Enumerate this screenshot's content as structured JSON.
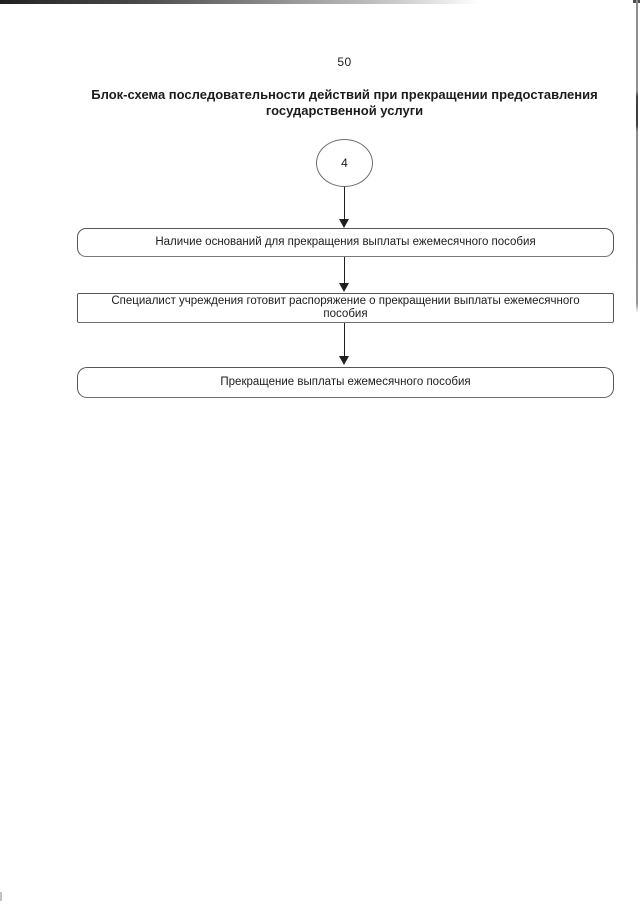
{
  "page": {
    "number": "50",
    "title": {
      "line1": "Блок-схема последовательности действий при прекращении предоставления",
      "line2": "государственной услуги"
    }
  },
  "flowchart": {
    "start_connector": {
      "shape": "circle",
      "label": "4"
    },
    "nodes": [
      {
        "id": "node-1",
        "shape": "rounded-rect",
        "label": "Наличие оснований для прекращения выплаты ежемесячного пособия"
      },
      {
        "id": "node-2",
        "shape": "rect",
        "label": "Специалист учреждения готовит распоряжение о прекращении выплаты ежемесячного пособия"
      },
      {
        "id": "node-3",
        "shape": "rounded-rect",
        "label": "Прекращение выплаты ежемесячного пособия"
      }
    ],
    "edges": [
      {
        "from": "start-connector",
        "to": "node-1",
        "type": "arrow-down"
      },
      {
        "from": "node-1",
        "to": "node-2",
        "type": "arrow-down"
      },
      {
        "from": "node-2",
        "to": "node-3",
        "type": "arrow-down"
      }
    ]
  },
  "colors": {
    "background": "#ffffff",
    "ink": "#1c1c1c",
    "box_border": "#565656",
    "circle_border": "#6e6e6e",
    "arrow_ink": "#1f1f1f",
    "scan_gray": "#949494"
  }
}
